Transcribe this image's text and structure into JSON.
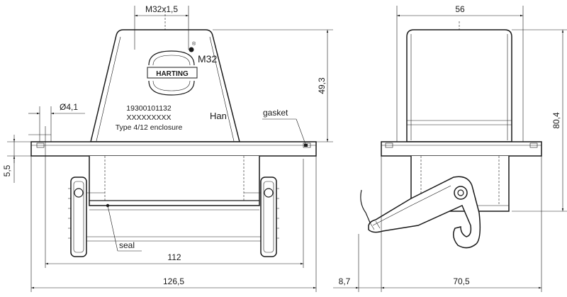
{
  "dimensions": {
    "thread": "M32x1,5",
    "height_front": "49,3",
    "hole_diameter": "Ø4,1",
    "flange_thickness": "5,5",
    "inner_width": "112",
    "overall_width": "126,5",
    "side_width": "56",
    "side_height": "80,4",
    "side_offset": "8,7",
    "side_depth": "70,5"
  },
  "labels": {
    "gasket": "gasket",
    "seal": "seal",
    "han": "Han",
    "logo_text": "HARTING",
    "size_marking": "M32",
    "registered": "®"
  },
  "markings": {
    "part_number": "19300101132",
    "batch": "XXXXXXXXX",
    "type": "Type 4/12 enclosure"
  }
}
